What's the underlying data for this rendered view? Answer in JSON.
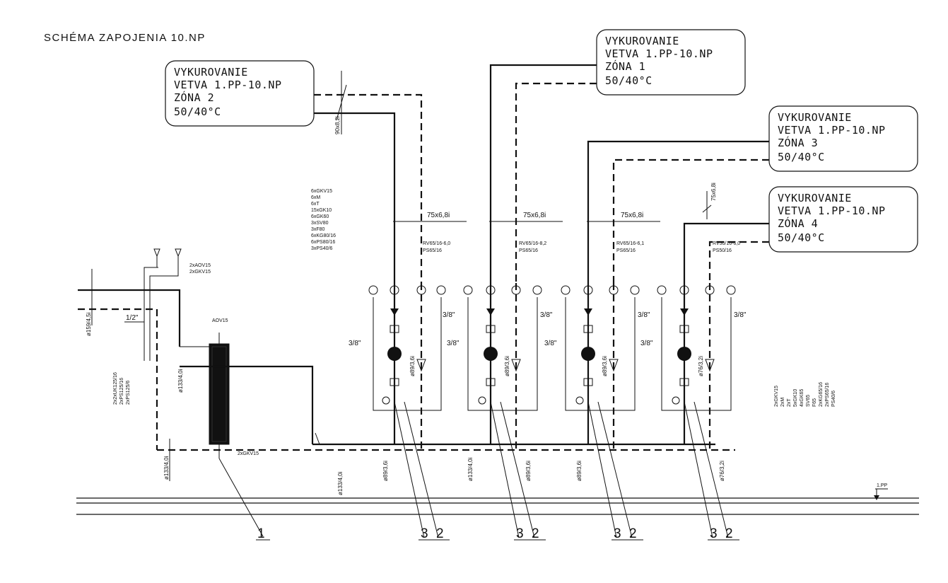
{
  "title": "SCHÉMA ZAPOJENIA 10.NP",
  "zones": [
    {
      "line1": "VYKUROVANIE",
      "line2": "VETVA 1.PP-10.NP",
      "line3": "ZÓNA 2",
      "line4": "50/40°C"
    },
    {
      "line1": "VYKUROVANIE",
      "line2": "VETVA 1.PP-10.NP",
      "line3": "ZÓNA 1",
      "line4": "50/40°C"
    },
    {
      "line1": "VYKUROVANIE",
      "line2": "VETVA 1.PP-10.NP",
      "line3": "ZÓNA 3",
      "line4": "50/40°C"
    },
    {
      "line1": "VYKUROVANIE",
      "line2": "VETVA 1.PP-10.NP",
      "line3": "ZÓNA 4",
      "line4": "50/40°C"
    }
  ],
  "branches": [
    {
      "pipe": "75x6,8i",
      "valve": "RV65/16-6,0",
      "ps": "PS65/16",
      "vertical": "ø89/3,6i"
    },
    {
      "pipe": "75x6,8i",
      "valve": "RV65/16-8,2",
      "ps": "PS65/16",
      "vertical": "ø89/3,6i"
    },
    {
      "pipe": "75x6,8i",
      "valve": "RV65/16-6,1",
      "ps": "PS65/16",
      "vertical": "ø89/3,6i"
    },
    {
      "pipe": "",
      "valve": "RV50/16-6,0",
      "ps": "PS50/16",
      "vertical": "ø76/3,2i"
    }
  ],
  "connection_size": "3/8\"",
  "half_inch": "1/2\"",
  "pipe_labels": {
    "zone2_riser": "90x8,2i",
    "zone3_riser": "75x6,8i",
    "main_left": "ø159/4,5i",
    "hx_in": "ø133/4,0i",
    "bottom_a": "ø133/4,0i",
    "bottom_b": "ø133/4,0i",
    "bottom_c": "ø133/4,0i",
    "bottom_d1": "ø89/3,6i",
    "bottom_d2": "ø89/3,6i",
    "bottom_d3": "ø89/3,6i",
    "bottom_d4": "ø76/3,2i"
  },
  "spec_center": [
    "6xGKV15",
    "6xM",
    "6xT",
    "15xGK10",
    "6xGK60",
    "3xSV80",
    "3xF80",
    "6xKG80/16",
    "6xPS80/16",
    "3xPS40/6"
  ],
  "spec_right": [
    "2xGKV15",
    "2xM",
    "2xT",
    "5xGK10",
    "4xGK65",
    "SV65",
    "F65",
    "2xKG65/16",
    "2xPS65/16",
    "PS40/6"
  ],
  "spec_left": [
    "2x2xUK125/16",
    "2xPS125/16",
    "2xPS125/6"
  ],
  "spec_top_left": [
    "2xAOV15",
    "2xGKV15"
  ],
  "hx_top": "AOV15",
  "hx_bottom": "2xGKV15",
  "level_mark": "1.PP",
  "callouts": [
    "1",
    "3",
    "2",
    "3",
    "2",
    "3",
    "2",
    "3",
    "2"
  ]
}
